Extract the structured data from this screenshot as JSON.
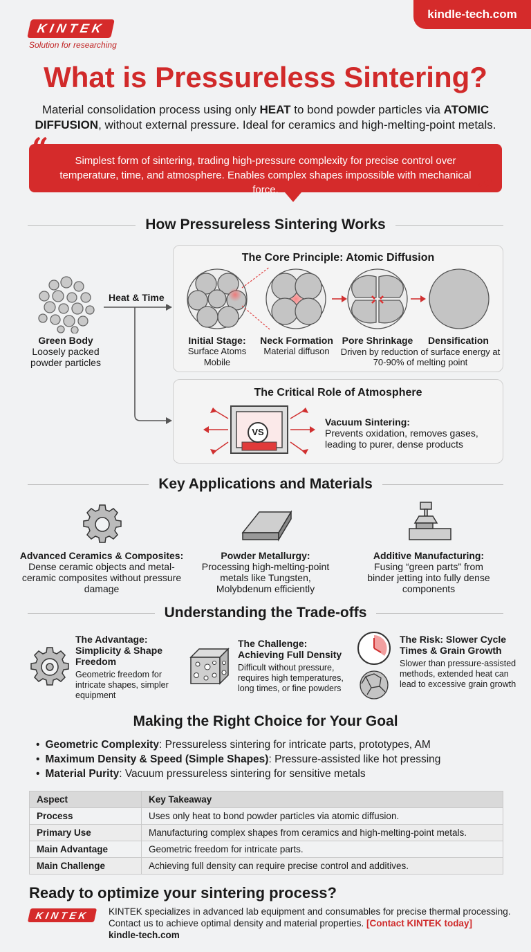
{
  "header": {
    "site": "kindle-tech.com",
    "logo": "KINTEK",
    "tagline": "Solution for researching"
  },
  "title": "What is Pressureless Sintering?",
  "intro": {
    "p1": "Material consolidation process using only ",
    "b1": "HEAT",
    "p2": " to bond powder particles via ",
    "b2": "ATOMIC DIFFUSION",
    "p3": ", without external pressure. Ideal for ceramics and high-melting-point metals."
  },
  "quote": "Simplest form of sintering, trading high-pressure complexity for precise control over temperature, time, and atmosphere. Enables complex shapes impossible with mechanical force.",
  "how": {
    "heading": "How Pressureless Sintering Works",
    "green_body": {
      "title": "Green Body",
      "desc": "Loosely packed powder particles"
    },
    "arrow_label": "Heat & Time",
    "core": {
      "title": "The Core Principle: Atomic Diffusion",
      "stages": [
        {
          "title": "Initial Stage:",
          "desc": "Surface Atoms Mobile"
        },
        {
          "title": "Neck Formation",
          "desc": "Material diffuson"
        },
        {
          "title": "Pore Shrinkage",
          "desc": ""
        },
        {
          "title": "Densification",
          "desc": ""
        }
      ],
      "note": "Driven by reduction of surface energy at 70-90% of melting point"
    },
    "atmosphere": {
      "title": "The Critical Role of Atmosphere",
      "icon_label": "VS",
      "item_title": "Vacuum Sintering:",
      "item_desc": "Prevents oxidation, removes gases, leading to purer, dense products"
    }
  },
  "applications": {
    "heading": "Key Applications and Materials",
    "items": [
      {
        "icon": "gear-icon",
        "title": "Advanced Ceramics & Composites:",
        "desc": "Dense ceramic objects and metal-ceramic composites without pressure damage"
      },
      {
        "icon": "ingot-icon",
        "title": "Powder Metallurgy:",
        "desc": "Processing high-melting-point metals like Tungsten, Molybdenum efficiently"
      },
      {
        "icon": "printer-icon",
        "title": "Additive Manufacturing:",
        "desc": "Fusing “green parts” from binder jetting into fully dense components"
      }
    ]
  },
  "tradeoffs": {
    "heading": "Understanding the Trade-offs",
    "items": [
      {
        "title": "The Advantage: Simplicity & Shape Freedom",
        "desc": "Geometric freedom for intricate shapes, simpler equipment"
      },
      {
        "title": "The Challenge: Achieving Full Density",
        "desc": "Difficult without pressure, requires high temperatures, long times, or fine powders"
      },
      {
        "title": "The Risk: Slower Cycle Times & Grain Growth",
        "desc": "Slower than pressure-assisted methods, extended heat can lead to excessive grain growth"
      }
    ]
  },
  "choice": {
    "heading": "Making the Right Choice for Your Goal",
    "items": [
      {
        "label": "Geometric Complexity",
        "text": ": Pressureless sintering for intricate parts, prototypes, AM"
      },
      {
        "label": "Maximum Density & Speed (Simple Shapes)",
        "text": ": Pressure-assisted like hot pressing"
      },
      {
        "label": "Material Purity",
        "text": ": Vacuum pressureless sintering for sensitive metals"
      }
    ]
  },
  "table": {
    "headers": [
      "Aspect",
      "Key Takeaway"
    ],
    "rows": [
      [
        "Process",
        "Uses only heat to bond powder particles via atomic diffusion."
      ],
      [
        "Primary Use",
        "Manufacturing complex shapes from ceramics and high-melting-point metals."
      ],
      [
        "Main Advantage",
        "Geometric freedom for intricate parts."
      ],
      [
        "Main Challenge",
        "Achieving full density can require precise control and additives."
      ]
    ]
  },
  "cta": {
    "heading": "Ready to optimize your sintering process?",
    "logo": "KINTEK",
    "text": "KINTEK specializes in advanced lab equipment and consumables for precise thermal processing. Contact us to achieve optimal density and material properties. ",
    "link": "[Contact KINTEK today]",
    "site": "kindle-tech.com"
  },
  "colors": {
    "brand_red": "#d52b2b",
    "background": "#f1f2f3"
  }
}
